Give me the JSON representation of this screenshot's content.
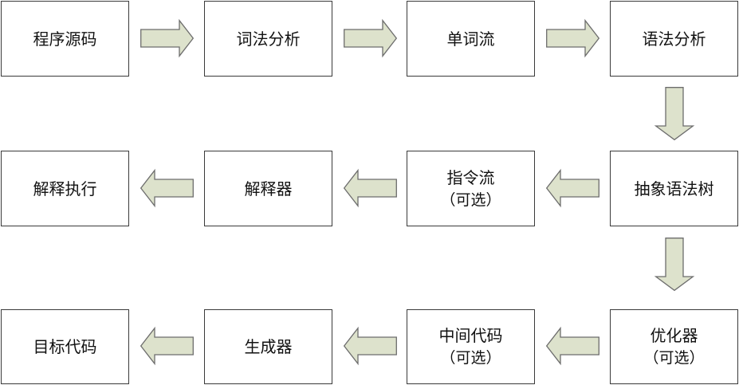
{
  "nodes": {
    "source_code": "程序源码",
    "lexical_analysis": "词法分析",
    "token_stream": "单词流",
    "syntax_analysis": "语法分析",
    "ast": "抽象语法树",
    "instruction_stream": {
      "label": "指令流",
      "note": "（可选）"
    },
    "interpreter": "解释器",
    "interpret_execute": "解释执行",
    "optimizer": {
      "label": "优化器",
      "note": "（可选）"
    },
    "intermediate_code": {
      "label": "中间代码",
      "note": "（可选）"
    },
    "generator": "生成器",
    "target_code": "目标代码"
  },
  "colors": {
    "arrow_fill": "#dde2cc",
    "arrow_stroke": "#6d6d6d",
    "box_border": "#3a3a3a"
  }
}
